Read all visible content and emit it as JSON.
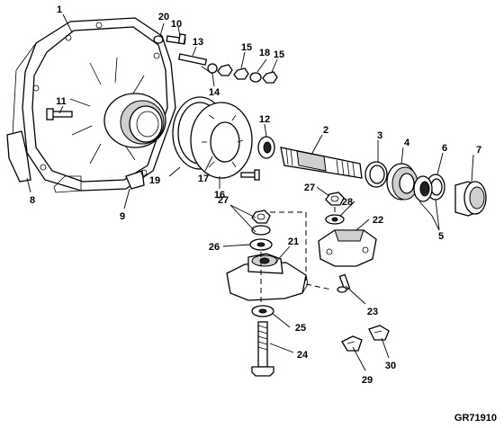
{
  "figure_ref": "GR71910",
  "callouts": [
    {
      "id": "c1",
      "text": "1"
    },
    {
      "id": "c2",
      "text": "2"
    },
    {
      "id": "c3",
      "text": "3"
    },
    {
      "id": "c4",
      "text": "4"
    },
    {
      "id": "c5",
      "text": "5"
    },
    {
      "id": "c6",
      "text": "6"
    },
    {
      "id": "c7",
      "text": "7"
    },
    {
      "id": "c8",
      "text": "8"
    },
    {
      "id": "c9",
      "text": "9"
    },
    {
      "id": "c10",
      "text": "10"
    },
    {
      "id": "c11",
      "text": "11"
    },
    {
      "id": "c12",
      "text": "12"
    },
    {
      "id": "c13",
      "text": "13"
    },
    {
      "id": "c14",
      "text": "14"
    },
    {
      "id": "c15a",
      "text": "15"
    },
    {
      "id": "c15b",
      "text": "15"
    },
    {
      "id": "c16",
      "text": "16"
    },
    {
      "id": "c17",
      "text": "17"
    },
    {
      "id": "c18",
      "text": "18"
    },
    {
      "id": "c19",
      "text": "19"
    },
    {
      "id": "c20",
      "text": "20"
    },
    {
      "id": "c21",
      "text": "21"
    },
    {
      "id": "c22",
      "text": "22"
    },
    {
      "id": "c23",
      "text": "23"
    },
    {
      "id": "c24",
      "text": "24"
    },
    {
      "id": "c25",
      "text": "25"
    },
    {
      "id": "c26",
      "text": "26"
    },
    {
      "id": "c27a",
      "text": "27"
    },
    {
      "id": "c27b",
      "text": "27"
    },
    {
      "id": "c28",
      "text": "28"
    },
    {
      "id": "c29",
      "text": "29"
    },
    {
      "id": "c30",
      "text": "30"
    }
  ]
}
